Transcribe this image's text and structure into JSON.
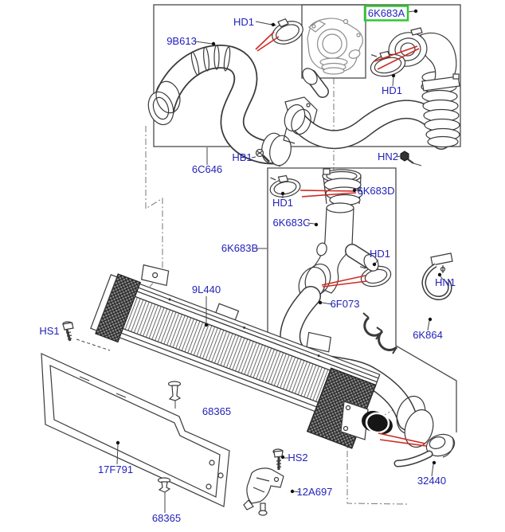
{
  "diagram": {
    "type": "parts-diagram",
    "background": "#ffffff",
    "selected_part": "6K683A",
    "colors": {
      "label_text": "#2222bb",
      "highlight_box": "#2fc82f",
      "arrow": "#cf2b24",
      "drawing_line": "#3a3a3a",
      "reference_line": "#777777"
    },
    "labels": {
      "hd1_top": "HD1",
      "hose_9b613": "9B613",
      "part_6k683a": "6K683A",
      "hd1_right": "HD1",
      "hb1": "HB1",
      "assembly_6c646": "6C646",
      "hn2": "HN2",
      "hd1_mid": "HD1",
      "part_6k683d": "6K683D",
      "part_6k683c": "6K683C",
      "part_6k683b": "6K683B",
      "hd1_lower": "HD1",
      "hn1": "HN1",
      "hose_6f073": "6F073",
      "part_6k864": "6K864",
      "intercooler_9l440": "9L440",
      "hs1": "HS1",
      "rivet_68365_top": "68365",
      "deflector_17f791": "17F791",
      "rivet_68365_bottom": "68365",
      "hs2": "HS2",
      "bracket_12a697": "12A697",
      "hose_32440": "32440"
    }
  }
}
